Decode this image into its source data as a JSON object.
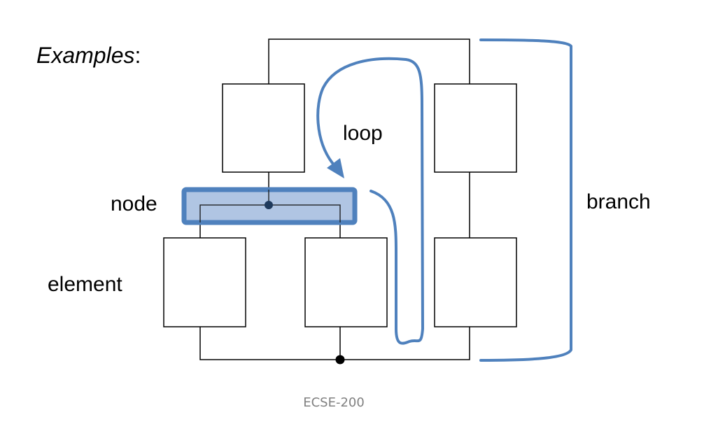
{
  "slide": {
    "heading_italic": "Examples",
    "heading_suffix": ":",
    "footer": "ECSE-200"
  },
  "labels": {
    "node": "node",
    "element": "element",
    "loop": "loop",
    "branch": "branch"
  },
  "colors": {
    "annotation_blue": "#4f81bd",
    "highlight_fill": "#a7bfe0",
    "node_dot": "#1f3a5c",
    "wire": "#000000",
    "footer_text": "#808080"
  }
}
